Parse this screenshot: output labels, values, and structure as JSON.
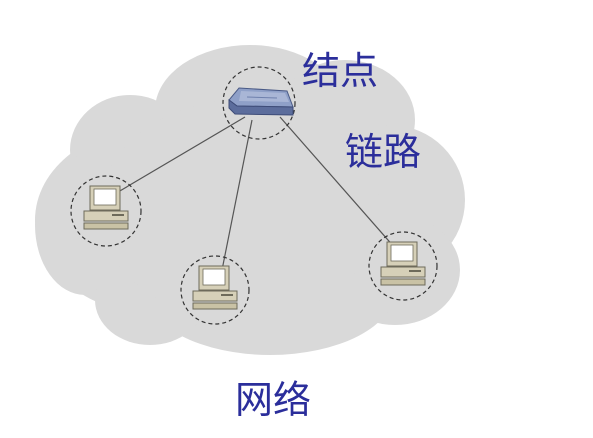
{
  "labels": {
    "node": "结点",
    "link": "链路",
    "network": "网络"
  },
  "colors": {
    "label_text": "#2b2e9b",
    "cloud_fill": "#d9d9d9",
    "link_line": "#555555",
    "dashed_circle": "#333333",
    "router_body": "#8fa0c8",
    "computer_body": "#d6d0b8",
    "computer_screen": "#ffffff"
  },
  "icons": {
    "router": "router-icon",
    "computer": "computer-icon"
  }
}
